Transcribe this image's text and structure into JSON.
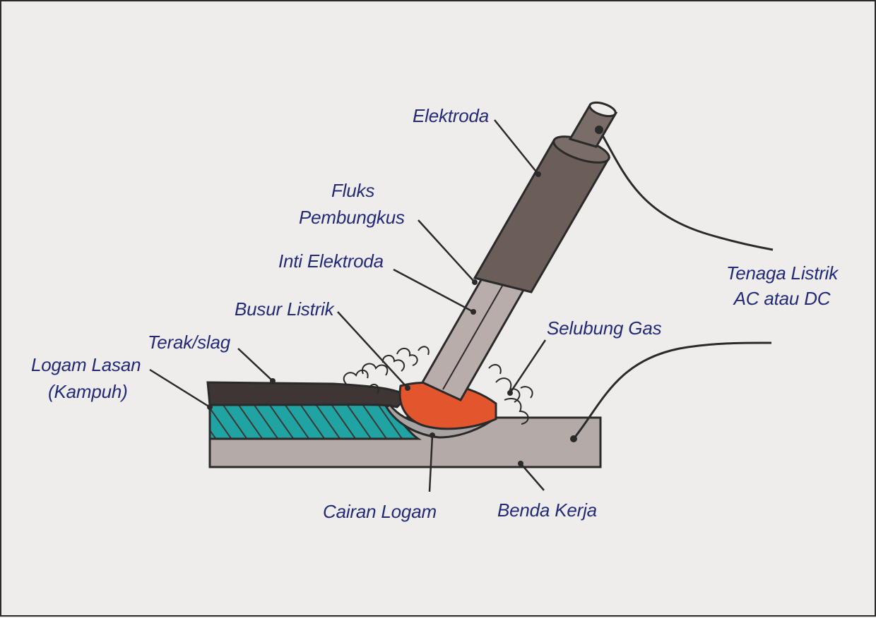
{
  "labels": {
    "elektroda": "Elektroda",
    "fluks_line1": "Fluks",
    "fluks_line2": "Pembungkus",
    "inti_elektroda": "Inti Elektroda",
    "busur_listrik": "Busur Listrik",
    "terak": "Terak/slag",
    "logam_lasan_line1": "Logam Lasan",
    "logam_lasan_line2": "(Kampuh)",
    "selubung_gas": "Selubung Gas",
    "tenaga_line1": "Tenaga Listrik",
    "tenaga_line2": "AC atau DC",
    "cairan_logam": "Cairan Logam",
    "benda_kerja": "Benda Kerja"
  },
  "colors": {
    "label_text": "#222a78",
    "background": "#eeedeb",
    "electrode_coating": "#6b5e59",
    "electrode_core": "#b8adab",
    "workpiece": "#b4aaa8",
    "weld_bead": "#1fa3a3",
    "slag": "#3d3634",
    "molten_pool": "#e2552d",
    "molten_metal": "#a8a4a2"
  }
}
